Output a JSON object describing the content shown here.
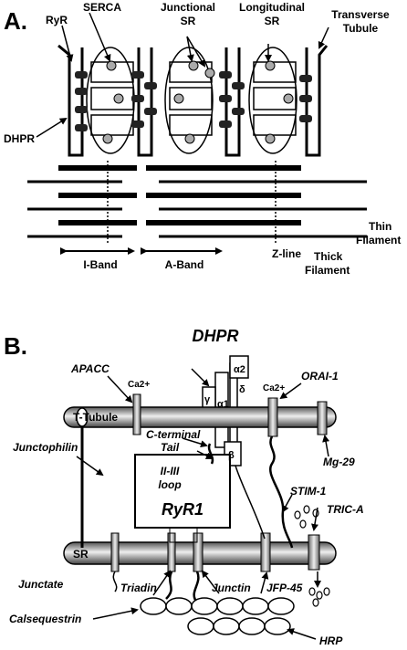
{
  "panel_a": {
    "letter": "A.",
    "labels": {
      "serca": "SERCA",
      "ryr": "RyR",
      "junctional_sr": "Junctional SR",
      "longitudinal_sr": "Longitudinal SR",
      "transverse_tubule": "Transverse Tubule",
      "dhpr": "DHPR",
      "thin_filament": "Thin Filament",
      "thick_filament": "Thick Filament",
      "i_band": "I-Band",
      "a_band": "A-Band",
      "z_line": "Z-line"
    }
  },
  "panel_b": {
    "letter": "B.",
    "labels": {
      "dhpr": "DHPR",
      "alpha2": "α2",
      "delta": "δ",
      "alpha1": "α1",
      "gamma": "γ",
      "beta": "β",
      "apacc": "APACC",
      "ca_left": "Ca2+",
      "ca_right": "Ca2+",
      "orai1": "ORAI-1",
      "t_tubule": "T-Tubule",
      "c_terminal_tail_1": "C-terminal",
      "c_terminal_tail_2": "Tail",
      "junctophilin": "Junctophilin",
      "mg29": "Mg-29",
      "ii_iii_loop_1": "II-III",
      "ii_iii_loop_2": "loop",
      "ryr1": "RyR1",
      "stim1": "STIM-1",
      "trica": "TRIC-A",
      "sr": "SR",
      "junctate": "Junctate",
      "triadin": "Triadin",
      "junctin": "Junctin",
      "jfp45": "JFP-45",
      "calsequestrin": "Calsequestrin",
      "hrp": "HRP"
    }
  }
}
